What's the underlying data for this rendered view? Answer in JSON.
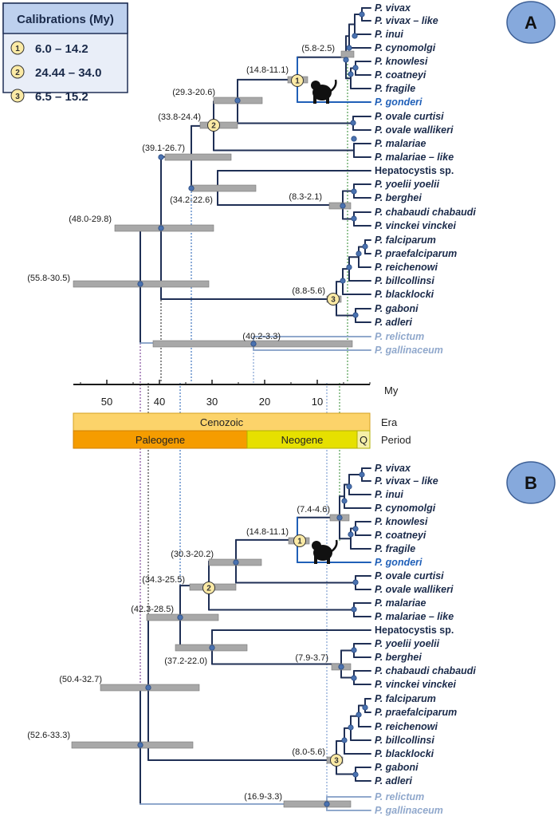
{
  "calibrations": {
    "title": "Calibrations (My)",
    "items": [
      {
        "num": "1",
        "range": "6.0 – 14.2"
      },
      {
        "num": "2",
        "range": "24.44 – 34.0"
      },
      {
        "num": "3",
        "range": "6.5 – 15.2"
      }
    ]
  },
  "panels": [
    {
      "letter": "A",
      "taxa": [
        "P. vivax",
        "P. vivax – like",
        "P. inui",
        "P. cynomolgi",
        "P. knowlesi",
        "P. coatneyi",
        "P. fragile",
        "P. gonderi",
        "P. ovale curtisi",
        "P. ovale wallikeri",
        "P. malariae",
        "P. malariae – like",
        "Hepatocystis sp.",
        "P. yoelii yoelii",
        "P. berghei",
        "P. chabaudi chabaudi",
        "P. vinckei vinckei",
        "P. falciparum",
        "P. praefalciparum",
        "P. reichenowi",
        "P. billcollinsi",
        "P. blacklocki",
        "P. gaboni",
        "P. adleri",
        "P. relictum",
        "P. gallinaceum"
      ],
      "node_labels": [
        "(5.8-2.5)",
        "(14.8-11.1)",
        "(29.3-20.6)",
        "(33.8-24.4)",
        "(39.1-26.7)",
        "(34.2-22.6)",
        "(8.3-2.1)",
        "(48.0-29.8)",
        "(55.8-30.5)",
        "(8.8-5.6)",
        "(40.2-3.3)"
      ]
    },
    {
      "letter": "B",
      "taxa": [
        "P. vivax",
        "P. vivax – like",
        "P. inui",
        "P. cynomolgi",
        "P. knowlesi",
        "P. coatneyi",
        "P. fragile",
        "P. gonderi",
        "P. ovale curtisi",
        "P. ovale wallikeri",
        "P. malariae",
        "P. malariae – like",
        "Hepatocystis sp.",
        "P. yoelii yoelii",
        "P. berghei",
        "P. chabaudi chabaudi",
        "P. vinckei vinckei",
        "P. falciparum",
        "P. praefalciparum",
        "P. reichenowi",
        "P. billcollinsi",
        "P. blacklocki",
        "P. gaboni",
        "P. adleri",
        "P. relictum",
        "P. gallinaceum"
      ],
      "node_labels": [
        "(7.4-4.6)",
        "(14.8-11.1)",
        "(30.3-20.2)",
        "(34.3-25.5)",
        "(42.3-28.5)",
        "(37.2-22.0)",
        "(7.9-3.7)",
        "(50.4-32.7)",
        "(52.6-33.3)",
        "(8.0-5.6)",
        "(16.9-3.3)"
      ]
    }
  ],
  "axis": {
    "unit": "My",
    "ticks": [
      "50",
      "40",
      "30",
      "20",
      "10"
    ]
  },
  "timescale": {
    "era_label": "Era",
    "period_label": "Period",
    "era": "Cenozoic",
    "periods": [
      "Paleogene",
      "Neogene",
      "Q"
    ]
  },
  "colors": {
    "branch": "#1f2f55",
    "gonderi": "#2060b8",
    "avian": "#90a8cc",
    "node_dot": "#4a72b0",
    "hpd_bar": "#a8a8a8",
    "era_fill": "#fcd36a",
    "paleogene_fill": "#f59c00",
    "neogene_fill": "#e6e000",
    "panel_badge": "#86a9dc"
  }
}
